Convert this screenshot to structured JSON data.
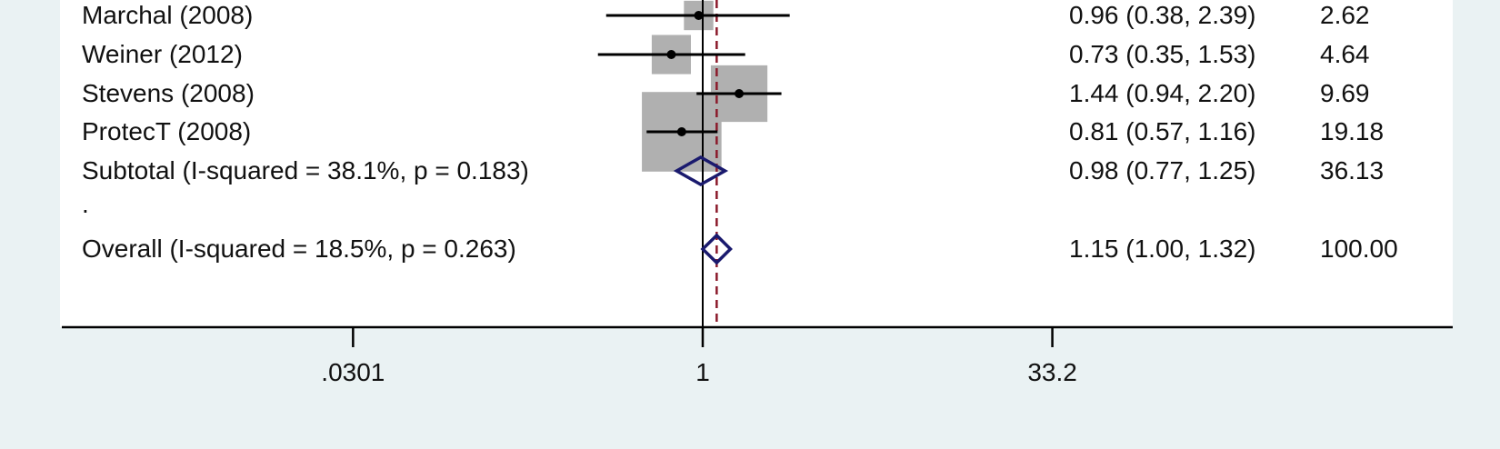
{
  "chart_data": {
    "type": "scatter",
    "subtype": "forest-plot",
    "x_scale": "log",
    "x_ticks": [
      0.0301,
      1,
      33.2
    ],
    "x_tick_labels": [
      ".0301",
      "1",
      "33.2"
    ],
    "null_line": 1,
    "overall_line": 1.15,
    "rows": [
      {
        "label": "Marchal (2008)",
        "es": 0.96,
        "lo": 0.38,
        "hi": 2.39,
        "weight": 2.62,
        "kind": "study",
        "es_text": "0.96 (0.38, 2.39)",
        "wt_text": "2.62"
      },
      {
        "label": "Weiner (2012)",
        "es": 0.73,
        "lo": 0.35,
        "hi": 1.53,
        "weight": 4.64,
        "kind": "study",
        "es_text": "0.73 (0.35, 1.53)",
        "wt_text": "4.64"
      },
      {
        "label": "Stevens (2008)",
        "es": 1.44,
        "lo": 0.94,
        "hi": 2.2,
        "weight": 9.69,
        "kind": "study",
        "es_text": "1.44 (0.94, 2.20)",
        "wt_text": "9.69"
      },
      {
        "label": "ProtecT (2008)",
        "es": 0.81,
        "lo": 0.57,
        "hi": 1.16,
        "weight": 19.18,
        "kind": "study",
        "es_text": "0.81 (0.57, 1.16)",
        "wt_text": "19.18"
      },
      {
        "label": "Subtotal  (I-squared = 38.1%, p = 0.183)",
        "es": 0.98,
        "lo": 0.77,
        "hi": 1.25,
        "weight": 36.13,
        "kind": "pooled",
        "es_text": "0.98 (0.77, 1.25)",
        "wt_text": "36.13"
      },
      {
        "label": ".",
        "kind": "spacer"
      },
      {
        "label": "Overall  (I-squared = 18.5%, p = 0.263)",
        "es": 1.15,
        "lo": 1.0,
        "hi": 1.32,
        "weight": 100.0,
        "kind": "pooled",
        "es_text": "1.15 (1.00, 1.32)",
        "wt_text": "100.00"
      }
    ],
    "colors": {
      "background": "#eaf2f3",
      "plot_background": "#ffffff",
      "weight_box": "#b0b0b0",
      "ci_line": "#000000",
      "diamond": "#1a1a6e",
      "overall_line": "#8b1a2b"
    }
  }
}
